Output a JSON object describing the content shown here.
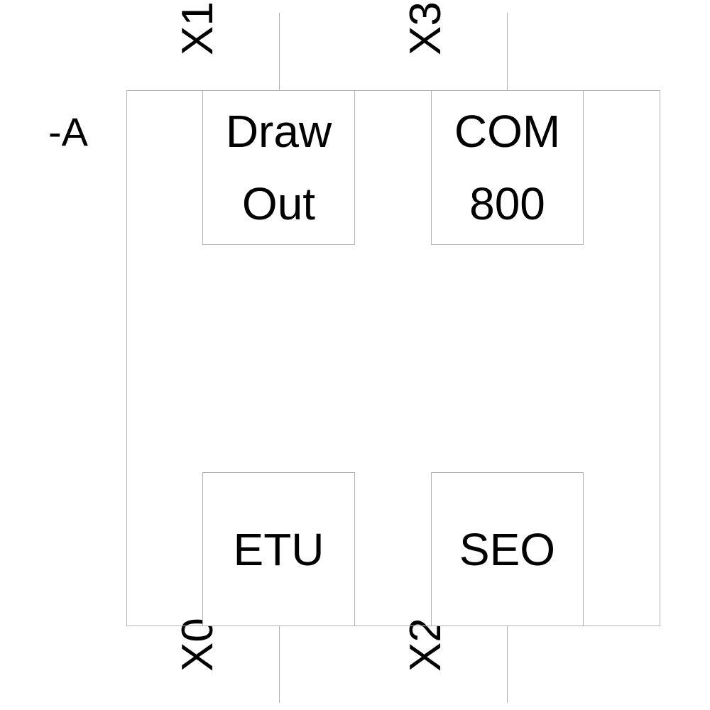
{
  "diagram": {
    "type": "block-diagram",
    "designation": "-A",
    "background_color": "#ffffff",
    "stroke_color": "#b3b3b3",
    "text_color": "#000000",
    "frame": {
      "label": "-A"
    },
    "blocks": [
      {
        "id": "draw-out",
        "lines": [
          "Draw",
          "Out"
        ],
        "line1": "Draw",
        "line2": "Out",
        "position": "top-left"
      },
      {
        "id": "com-800",
        "lines": [
          "COM",
          "800"
        ],
        "line1": "COM",
        "line2": "800",
        "position": "top-right"
      },
      {
        "id": "etu",
        "lines": [
          "ETU"
        ],
        "line1": "ETU",
        "position": "bottom-left"
      },
      {
        "id": "seo",
        "lines": [
          "SEO"
        ],
        "line1": "SEO",
        "position": "bottom-right"
      }
    ],
    "ports": [
      {
        "id": "x1",
        "label": "X1",
        "side": "top",
        "column": "left"
      },
      {
        "id": "x3",
        "label": "X3",
        "side": "top",
        "column": "right"
      },
      {
        "id": "x0",
        "label": "X0",
        "side": "bottom",
        "column": "left"
      },
      {
        "id": "x2",
        "label": "X2",
        "side": "bottom",
        "column": "right"
      }
    ]
  }
}
